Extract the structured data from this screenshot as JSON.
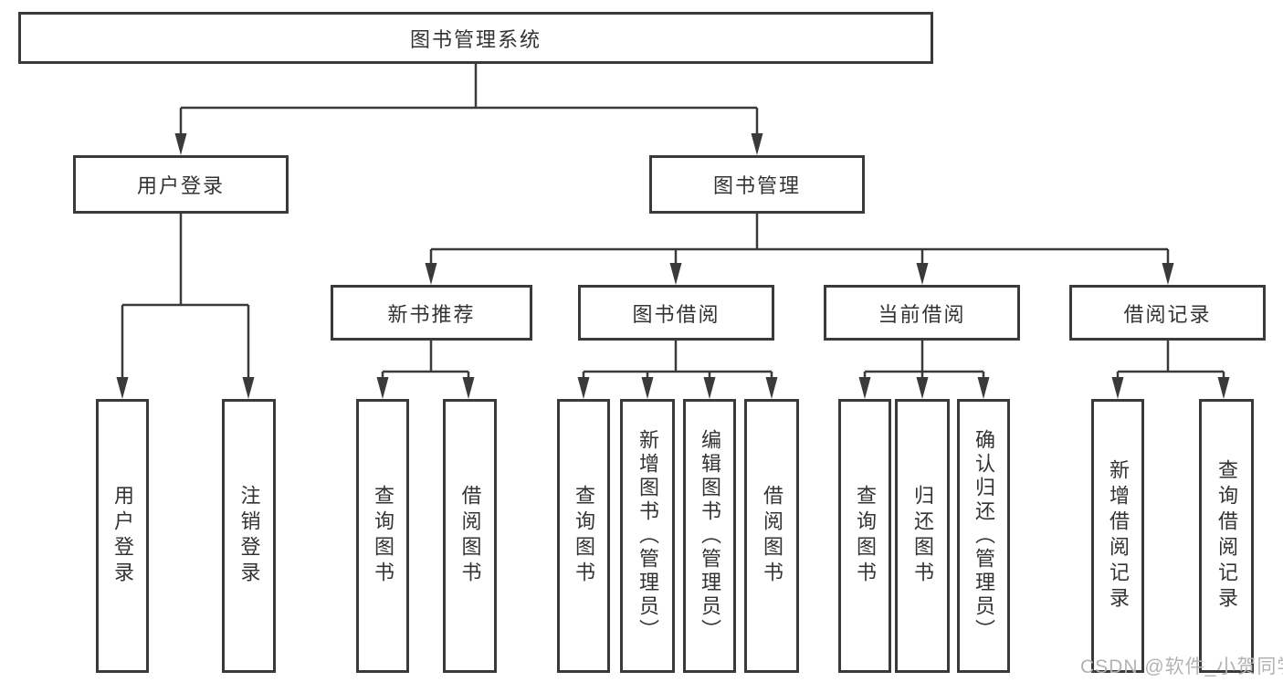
{
  "diagram": {
    "title": "图书管理系统",
    "root": {
      "label": "图书管理系统"
    },
    "level2": [
      {
        "label": "用户登录"
      },
      {
        "label": "图书管理"
      }
    ],
    "level3": [
      {
        "label": "新书推荐"
      },
      {
        "label": "图书借阅"
      },
      {
        "label": "当前借阅"
      },
      {
        "label": "借阅记录"
      }
    ],
    "leaves": {
      "login": [
        {
          "label": "用户登录"
        },
        {
          "label": "注销登录"
        }
      ],
      "new_books": [
        {
          "label": "查询图书"
        },
        {
          "label": "借阅图书"
        }
      ],
      "book_borrow": [
        {
          "label": "查询图书"
        },
        {
          "label": "新增图书（管理员）"
        },
        {
          "label": "编辑图书（管理员）"
        },
        {
          "label": "借阅图书"
        }
      ],
      "current_borrow": [
        {
          "label": "查询图书"
        },
        {
          "label": "归还图书"
        },
        {
          "label": "确认归还（管理员）"
        }
      ],
      "borrow_records": [
        {
          "label": "新增借阅记录"
        },
        {
          "label": "查询借阅记录"
        }
      ]
    },
    "watermark": "CSDN @软件_小贺同学",
    "colors": {
      "line": "#3a3a3a",
      "text": "#333333",
      "watermark": "#b3b3b3",
      "background": "#ffffff"
    }
  }
}
